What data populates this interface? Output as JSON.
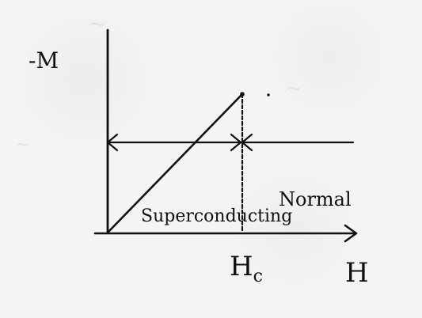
{
  "labels": {
    "y_axis": "-M",
    "x_axis": "H",
    "critical_field": "H",
    "critical_field_subscript": "c",
    "left_region": "Superconducting",
    "right_region": "Normal"
  },
  "colors": {
    "background": "#f4f4f2",
    "ink": "#111111"
  }
}
